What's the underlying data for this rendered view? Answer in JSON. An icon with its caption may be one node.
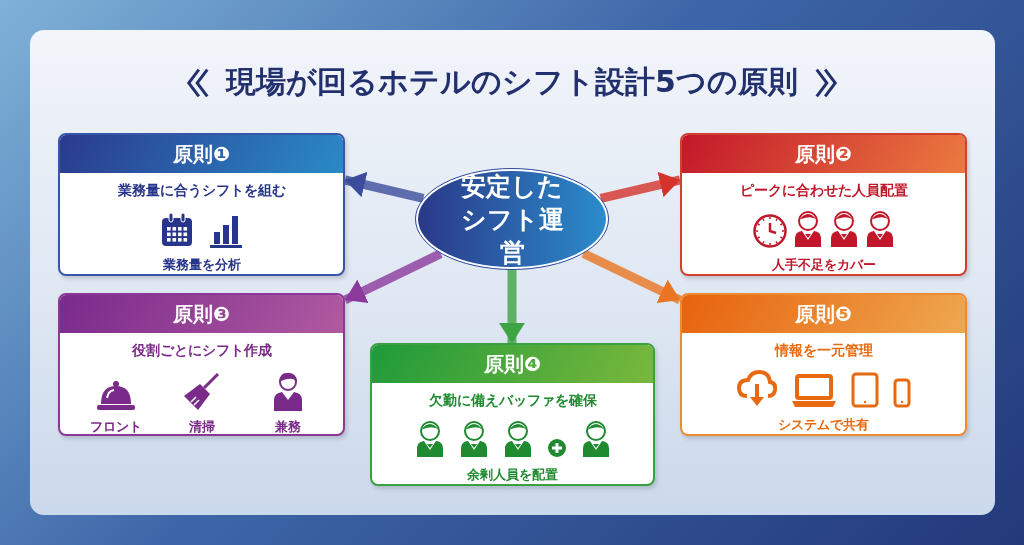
{
  "diagram": {
    "title": "現場が回るホテルのシフト設計5つの原則",
    "nodes": [
      {
        "text": [
          "安定したシフト運営"
        ]
      },
      {
        "text": [
          "原則❶",
          "業務量に合うシフトを組む",
          "業務量を分析"
        ]
      },
      {
        "text": [
          "原則❷",
          "ピークに合わせた人員配置",
          "人手不足をカバー"
        ]
      },
      {
        "text": [
          "原則❸",
          "役割ごとにシフト作成",
          "フロント",
          "清掃",
          "兼務"
        ]
      },
      {
        "text": [
          "原則❹",
          "欠勤に備えバッファを確保",
          "余剰人員を配置"
        ]
      },
      {
        "text": [
          "原則❺",
          "情報を一元管理",
          "システムで共有"
        ]
      }
    ],
    "edges": [
      {
        "from": 0,
        "to": 1,
        "arrow": "to",
        "color": "#3b4c9c"
      },
      {
        "from": 0,
        "to": 2,
        "arrow": "to",
        "color": "#d5322c"
      },
      {
        "from": 0,
        "to": 3,
        "arrow": "to",
        "color": "#8b3a9c"
      },
      {
        "from": 0,
        "to": 5,
        "arrow": "to",
        "color": "#ea7422"
      },
      {
        "from": 0,
        "to": 4,
        "arrow": "to",
        "color": "#3ea443"
      }
    ]
  }
}
